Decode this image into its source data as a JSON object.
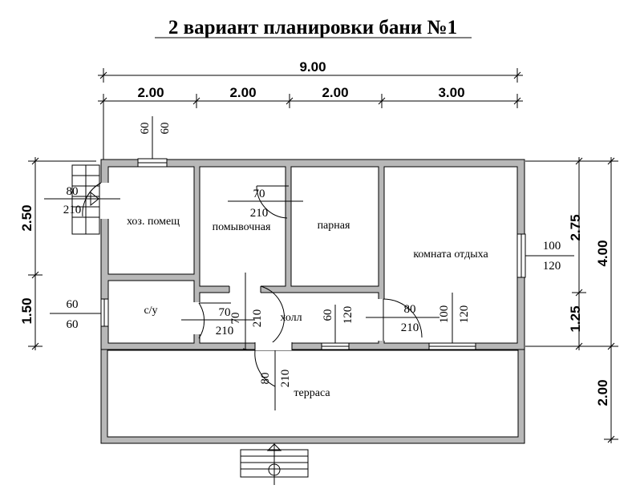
{
  "title": "2 вариант планировки бани №1",
  "dims": {
    "overall_width": "9.00",
    "seg1": "2.00",
    "seg2": "2.00",
    "seg3": "2.00",
    "seg4": "3.00",
    "left_top": "2.50",
    "left_bottom": "1.50",
    "right_total": "4.00",
    "right_top": "2.75",
    "right_mid": "1.25",
    "right_terrace": "2.00"
  },
  "rooms": {
    "storage": "хоз. помещ",
    "washroom": "помывочная",
    "steam": "парная",
    "rest": "комната отдыха",
    "wc": "с/у",
    "hall": "холл",
    "terrace": "терраса"
  },
  "openings": {
    "win_top_w": "60",
    "win_top_h": "60",
    "door_storage_w": "80",
    "door_storage_h": "210",
    "door_wash_w": "70",
    "door_wash_h": "210",
    "win_rest_w": "100",
    "win_rest_h": "120",
    "win_wc_w": "60",
    "win_wc_h": "60",
    "door_wc_w": "70",
    "door_wc_h": "210",
    "door_hall_w": "210",
    "door_hall_h": "70",
    "win_hall_w": "60",
    "win_hall_h": "120",
    "door_rest_w": "80",
    "door_rest_h": "210",
    "win_rest2_w": "100",
    "win_rest2_h": "120",
    "door_terrace_w": "80",
    "door_terrace_h": "210"
  }
}
